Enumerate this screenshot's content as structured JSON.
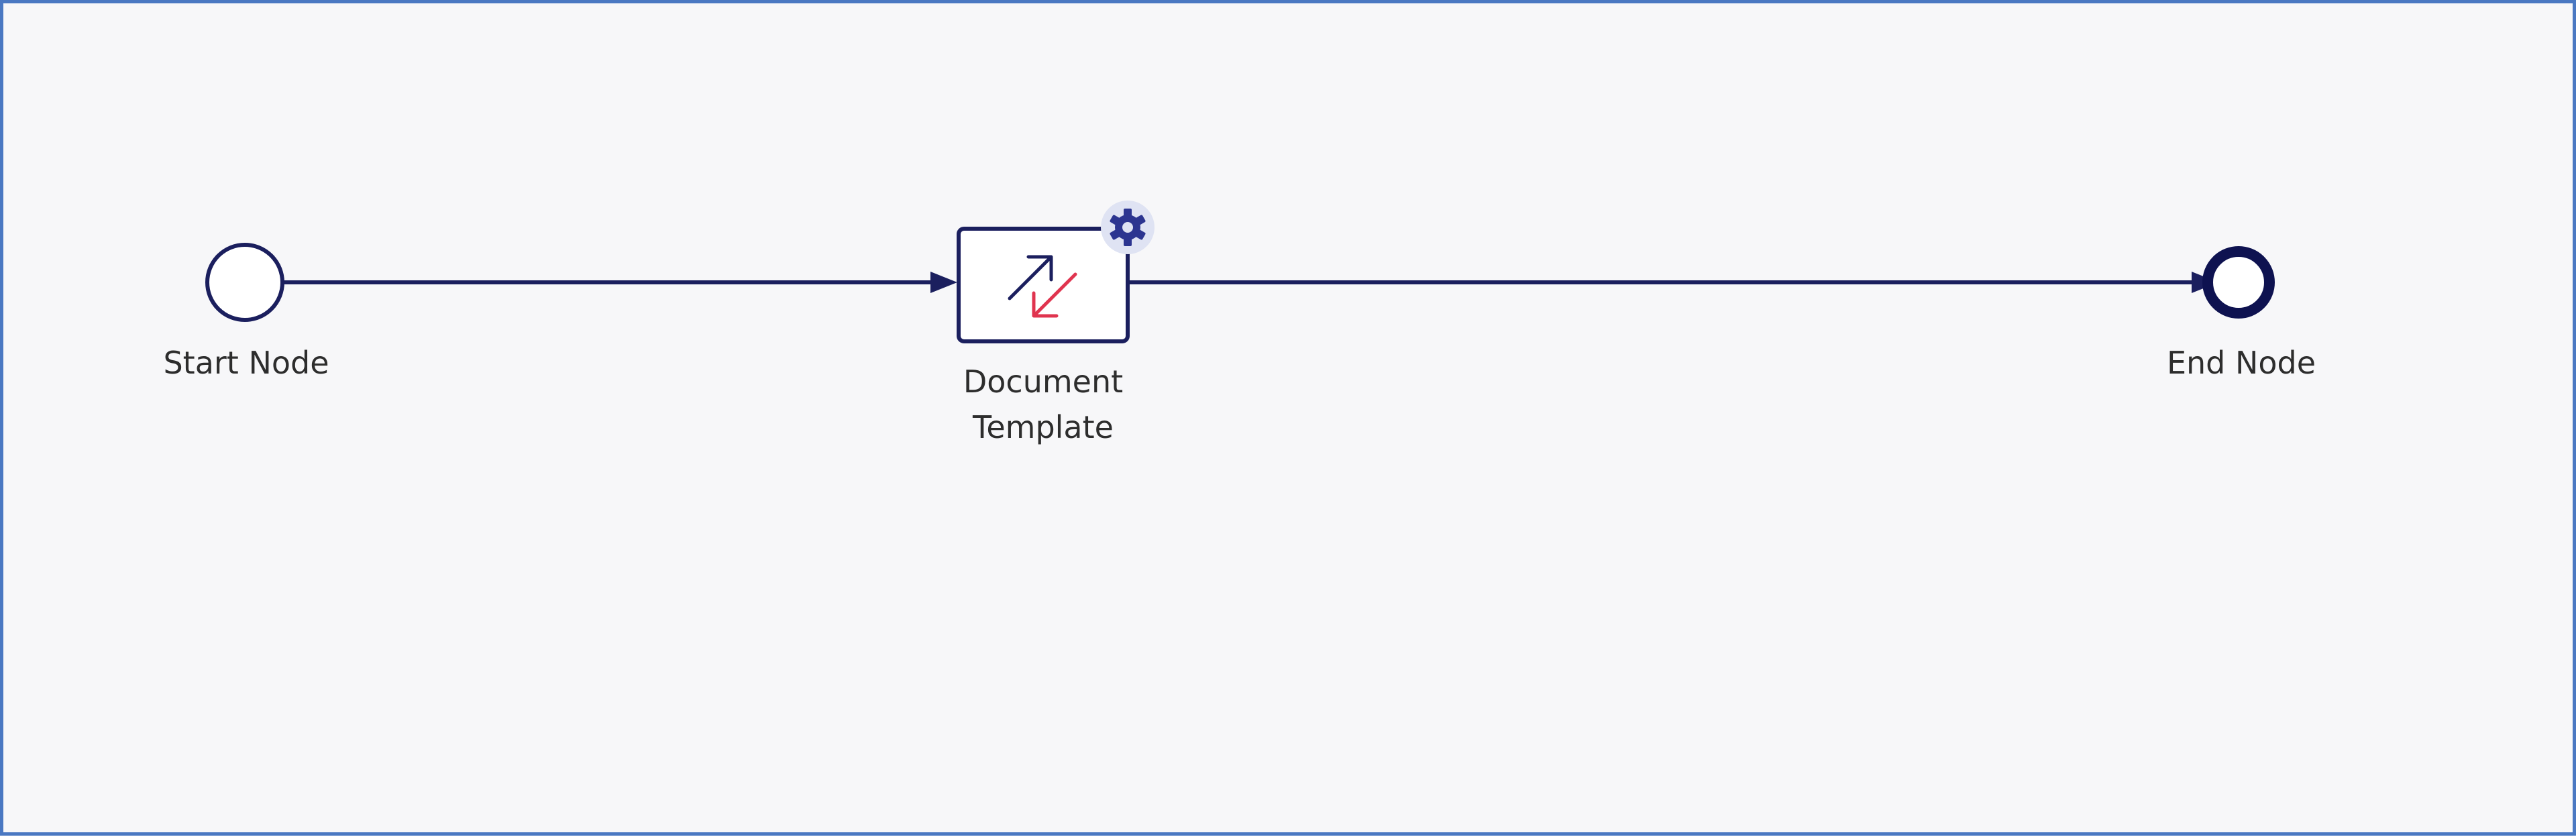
{
  "diagram": {
    "nodes": {
      "start": {
        "label": "Start Node"
      },
      "task": {
        "label_line1": "Document",
        "label_line2": "Template",
        "icon": "document-template-icon",
        "settings_icon": "gear-icon"
      },
      "end": {
        "label": "End Node"
      }
    },
    "edges": [
      {
        "from": "start",
        "to": "task"
      },
      {
        "from": "task",
        "to": "end"
      }
    ]
  },
  "colors": {
    "line": "#1b1f5e",
    "node_fill": "#ffffff",
    "canvas": "#f7f7f9",
    "border": "#4a78c2",
    "arrow_up": "#1b1f5e",
    "arrow_down": "#e0344f",
    "gear_badge_bg": "#dfe3f3",
    "gear": "#2c3590"
  }
}
